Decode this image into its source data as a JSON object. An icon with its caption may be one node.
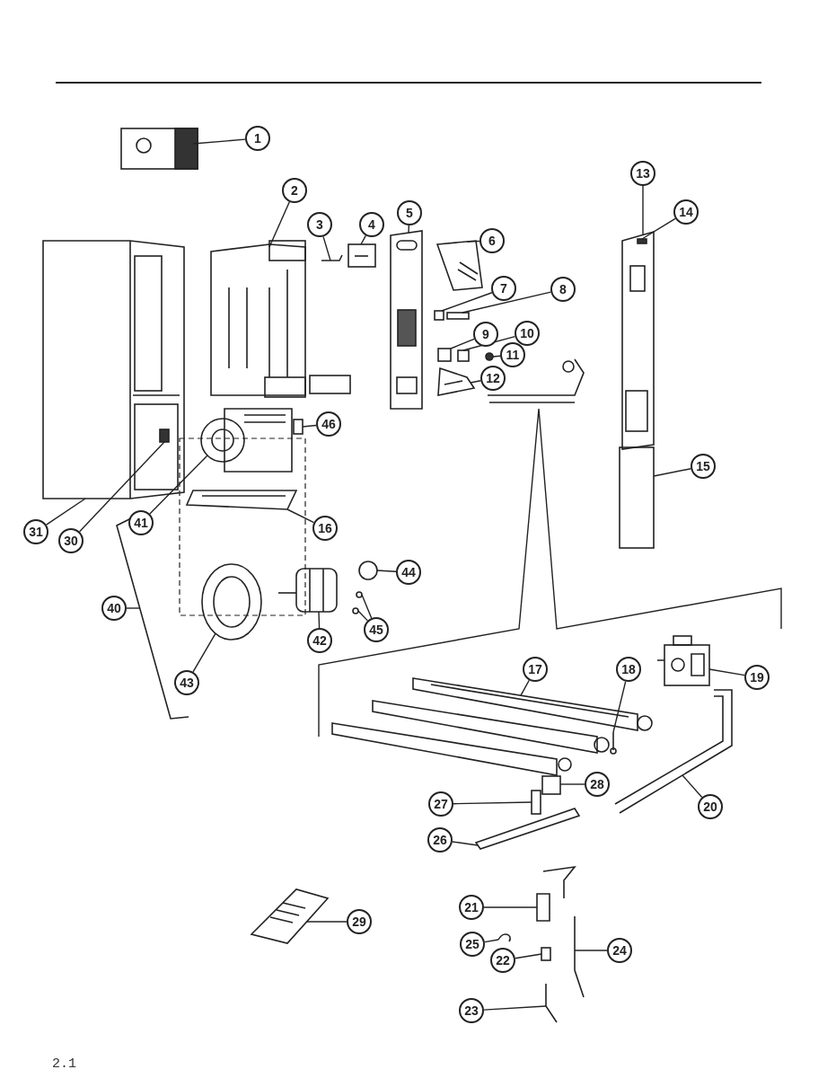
{
  "diagram": {
    "nodes": [
      {
        "text": [
          "1"
        ]
      },
      {
        "text": [
          "2"
        ]
      },
      {
        "text": [
          "3"
        ]
      },
      {
        "text": [
          "4"
        ]
      },
      {
        "text": [
          "5"
        ]
      },
      {
        "text": [
          "6"
        ]
      },
      {
        "text": [
          "7"
        ]
      },
      {
        "text": [
          "8"
        ]
      },
      {
        "text": [
          "9"
        ]
      },
      {
        "text": [
          "10"
        ]
      },
      {
        "text": [
          "11"
        ]
      },
      {
        "text": [
          "12"
        ]
      },
      {
        "text": [
          "13"
        ]
      },
      {
        "text": [
          "14"
        ]
      },
      {
        "text": [
          "15"
        ]
      },
      {
        "text": [
          "16"
        ]
      },
      {
        "text": [
          "17"
        ]
      },
      {
        "text": [
          "18"
        ]
      },
      {
        "text": [
          "19"
        ]
      },
      {
        "text": [
          "20"
        ]
      },
      {
        "text": [
          "21"
        ]
      },
      {
        "text": [
          "22"
        ]
      },
      {
        "text": [
          "23"
        ]
      },
      {
        "text": [
          "24"
        ]
      },
      {
        "text": [
          "25"
        ]
      },
      {
        "text": [
          "26"
        ]
      },
      {
        "text": [
          "27"
        ]
      },
      {
        "text": [
          "28"
        ]
      },
      {
        "text": [
          "29"
        ]
      },
      {
        "text": [
          "30"
        ]
      },
      {
        "text": [
          "31"
        ]
      },
      {
        "text": [
          "40"
        ]
      },
      {
        "text": [
          "41"
        ]
      },
      {
        "text": [
          "42"
        ]
      },
      {
        "text": [
          "43"
        ]
      },
      {
        "text": [
          "44"
        ]
      },
      {
        "text": [
          "45"
        ]
      },
      {
        "text": [
          "46"
        ]
      },
      {
        "text": [],
        "shape": "picture"
      },
      {
        "text": [],
        "shape": "picture"
      },
      {
        "text": [],
        "shape": "picture"
      },
      {
        "text": [],
        "shape": "picture"
      },
      {
        "text": [],
        "shape": "picture"
      },
      {
        "text": [],
        "shape": "picture"
      },
      {
        "text": [],
        "shape": "box"
      },
      {
        "text": [],
        "shape": "box"
      },
      {
        "text": [],
        "shape": "box"
      },
      {
        "text": [],
        "shape": "box"
      },
      {
        "text": [],
        "shape": "circle"
      },
      {
        "text": [],
        "shape": "picture"
      },
      {
        "text": [],
        "shape": "picture"
      },
      {
        "text": [],
        "shape": "box",
        "in": 50
      },
      {
        "text": [],
        "shape": "box"
      },
      {
        "text": [],
        "shape": "picture"
      },
      {
        "text": [],
        "shape": "picture"
      },
      {
        "text": [],
        "shape": "picture"
      },
      {
        "text": [],
        "shape": "picture"
      },
      {
        "text": [],
        "shape": "picture"
      },
      {
        "text": [],
        "shape": "picture"
      },
      {
        "text": [],
        "shape": "box"
      },
      {
        "text": [],
        "shape": "picture"
      },
      {
        "text": [],
        "shape": "picture"
      },
      {
        "text": [],
        "shape": "picture"
      },
      {
        "text": [],
        "shape": "bar"
      },
      {
        "text": [],
        "shape": "box"
      },
      {
        "text": [],
        "shape": "box"
      },
      {
        "text": [],
        "shape": "picture"
      },
      {
        "text": [],
        "shape": "picture"
      },
      {
        "text": [],
        "shape": "box",
        "in": 67
      },
      {
        "text": [],
        "shape": "picture"
      },
      {
        "text": [],
        "shape": "picture"
      },
      {
        "text": [],
        "shape": "picture"
      },
      {
        "text": [],
        "shape": "picture"
      },
      {
        "text": [],
        "shape": "circle"
      },
      {
        "text": [],
        "shape": "circle"
      },
      {
        "text": [],
        "shape": "circle"
      },
      {
        "text": [],
        "shape": "box"
      }
    ],
    "edges": [
      {
        "from": 0,
        "to": 38,
        "arrow": "none"
      },
      {
        "from": 1,
        "to": 39,
        "arrow": "none"
      },
      {
        "from": 2,
        "to": 40,
        "arrow": "none"
      },
      {
        "from": 3,
        "to": 41,
        "arrow": "none"
      },
      {
        "from": 4,
        "to": 42,
        "arrow": "none"
      },
      {
        "from": 5,
        "to": 43,
        "arrow": "none"
      },
      {
        "from": 6,
        "to": 44,
        "arrow": "none"
      },
      {
        "from": 7,
        "to": 45,
        "arrow": "none"
      },
      {
        "from": 8,
        "to": 46,
        "arrow": "none"
      },
      {
        "from": 9,
        "to": 47,
        "arrow": "none"
      },
      {
        "from": 10,
        "to": 48,
        "arrow": "none"
      },
      {
        "from": 11,
        "to": 49,
        "arrow": "none"
      },
      {
        "from": 12,
        "to": 50,
        "arrow": "none"
      },
      {
        "from": 13,
        "to": 51,
        "arrow": "none"
      },
      {
        "from": 14,
        "to": 52,
        "arrow": "none"
      },
      {
        "from": 15,
        "to": 53,
        "arrow": "none"
      },
      {
        "from": 16,
        "to": 54,
        "arrow": "none"
      },
      {
        "from": 17,
        "to": 55,
        "arrow": "none"
      },
      {
        "from": 18,
        "to": 56,
        "arrow": "none"
      },
      {
        "from": 19,
        "to": 57,
        "arrow": "none"
      },
      {
        "from": 20,
        "to": 58,
        "arrow": "none"
      },
      {
        "from": 21,
        "to": 59,
        "arrow": "none"
      },
      {
        "from": 22,
        "to": 60,
        "arrow": "none"
      },
      {
        "from": 23,
        "to": 61,
        "arrow": "none"
      },
      {
        "from": 24,
        "to": 62,
        "arrow": "none"
      },
      {
        "from": 25,
        "to": 63,
        "arrow": "none"
      },
      {
        "from": 26,
        "to": 64,
        "arrow": "none"
      },
      {
        "from": 27,
        "to": 65,
        "arrow": "none"
      },
      {
        "from": 28,
        "to": 66,
        "arrow": "none"
      },
      {
        "from": 29,
        "to": 68,
        "arrow": "none"
      },
      {
        "from": 30,
        "to": 67,
        "arrow": "none"
      },
      {
        "from": 31,
        "to": 69,
        "arrow": "none"
      },
      {
        "from": 32,
        "to": 70,
        "arrow": "none"
      },
      {
        "from": 33,
        "to": 71,
        "arrow": "none"
      },
      {
        "from": 34,
        "to": 72,
        "arrow": "none"
      },
      {
        "from": 35,
        "to": 73,
        "arrow": "none"
      },
      {
        "from": 36,
        "to": 74,
        "arrow": "none"
      },
      {
        "from": 36,
        "to": 75,
        "arrow": "none"
      },
      {
        "from": 37,
        "to": 76,
        "arrow": "none"
      }
    ],
    "labels": [
      "2.1"
    ]
  }
}
